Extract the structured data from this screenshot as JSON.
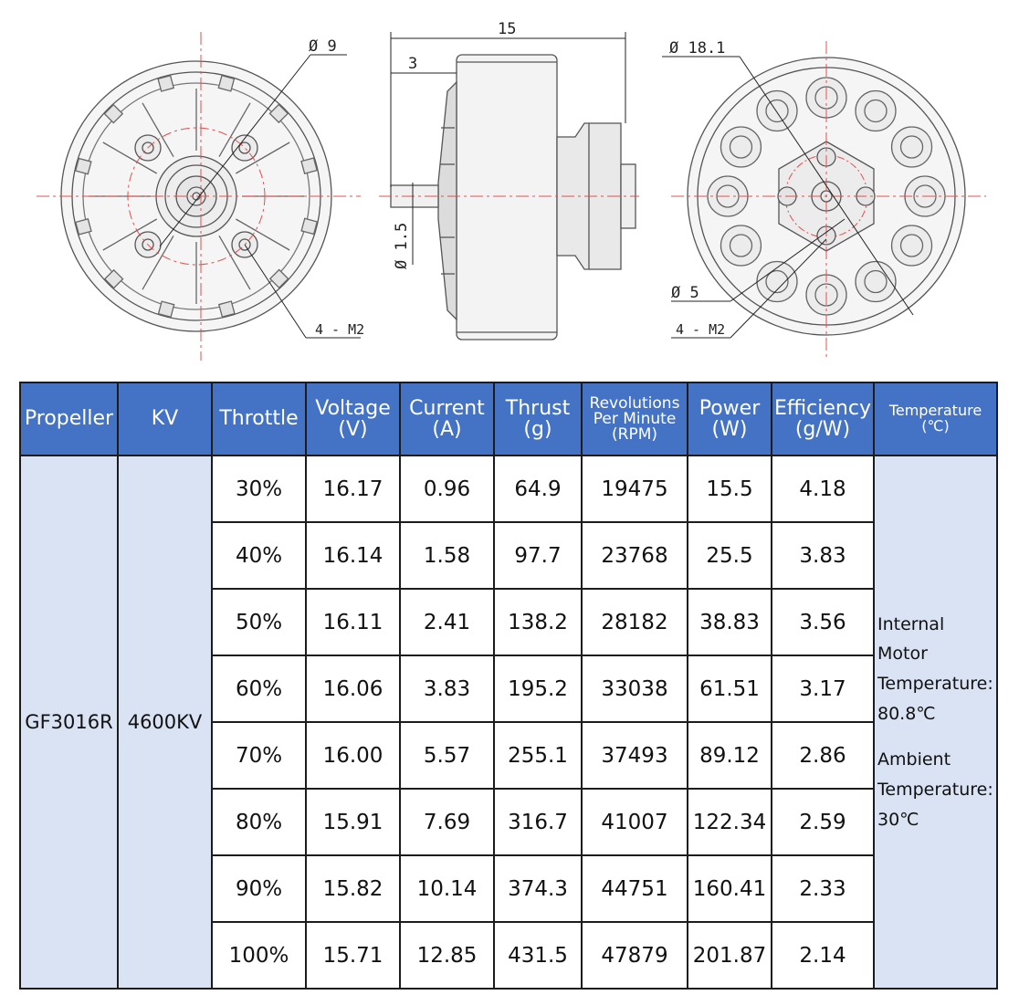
{
  "drawings": {
    "front": {
      "hole_diameter": "Ø 9",
      "screws": "4 - M2"
    },
    "side": {
      "length": "15",
      "offset": "3",
      "shaft": "Ø 1.5"
    },
    "rear": {
      "diameter": "Ø 18.1",
      "inner": "Ø 5",
      "screws": "4 - M2"
    }
  },
  "table": {
    "headers": {
      "propeller": "Propeller",
      "kv": "KV",
      "throttle": "Throttle",
      "voltage": [
        "Voltage",
        "(V)"
      ],
      "current": [
        "Current",
        "(A)"
      ],
      "thrust": [
        "Thrust",
        "(g)"
      ],
      "rpm": [
        "Revolutions",
        "Per Minute",
        "(RPM)"
      ],
      "power": [
        "Power",
        "(W)"
      ],
      "efficiency": [
        "Efficiency",
        "(g/W)"
      ],
      "temperature": [
        "Temperature",
        "(℃)"
      ]
    },
    "propeller": "GF3016R",
    "kv": "4600KV",
    "temperature_lines": [
      "Internal",
      "Motor",
      "Temperature:",
      "80.8℃",
      "",
      "Ambient",
      "Temperature:",
      "30℃"
    ],
    "rows": [
      {
        "throttle": "30%",
        "voltage": "16.17",
        "current": "0.96",
        "thrust": "64.9",
        "rpm": "19475",
        "power": "15.5",
        "efficiency": "4.18"
      },
      {
        "throttle": "40%",
        "voltage": "16.14",
        "current": "1.58",
        "thrust": "97.7",
        "rpm": "23768",
        "power": "25.5",
        "efficiency": "3.83"
      },
      {
        "throttle": "50%",
        "voltage": "16.11",
        "current": "2.41",
        "thrust": "138.2",
        "rpm": "28182",
        "power": "38.83",
        "efficiency": "3.56"
      },
      {
        "throttle": "60%",
        "voltage": "16.06",
        "current": "3.83",
        "thrust": "195.2",
        "rpm": "33038",
        "power": "61.51",
        "efficiency": "3.17"
      },
      {
        "throttle": "70%",
        "voltage": "16.00",
        "current": "5.57",
        "thrust": "255.1",
        "rpm": "37493",
        "power": "89.12",
        "efficiency": "2.86"
      },
      {
        "throttle": "80%",
        "voltage": "15.91",
        "current": "7.69",
        "thrust": "316.7",
        "rpm": "41007",
        "power": "122.34",
        "efficiency": "2.59"
      },
      {
        "throttle": "90%",
        "voltage": "15.82",
        "current": "10.14",
        "thrust": "374.3",
        "rpm": "44751",
        "power": "160.41",
        "efficiency": "2.33"
      },
      {
        "throttle": "100%",
        "voltage": "15.71",
        "current": "12.85",
        "thrust": "431.5",
        "rpm": "47879",
        "power": "201.87",
        "efficiency": "2.14"
      }
    ]
  }
}
